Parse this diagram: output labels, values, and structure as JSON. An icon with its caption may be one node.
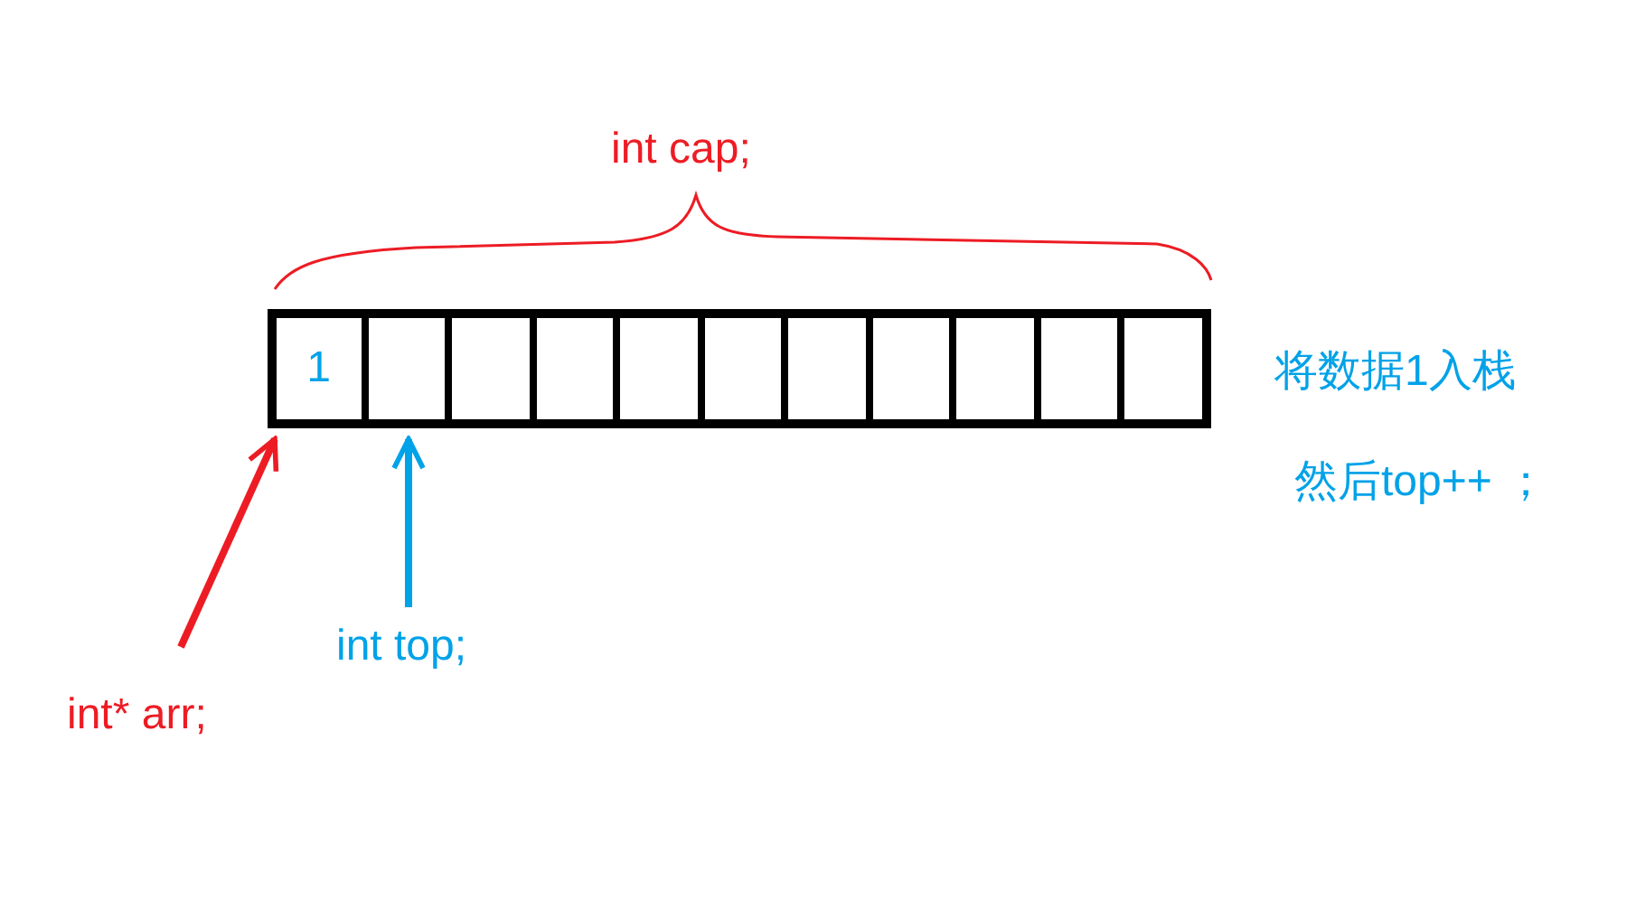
{
  "diagram": {
    "nodes": [
      {
        "text": [],
        "shape": "bar"
      },
      {
        "text": [
          "1"
        ],
        "in": 0
      },
      {
        "text": [],
        "shape": "box",
        "in": 0
      },
      {
        "text": [],
        "shape": "box",
        "in": 0
      },
      {
        "text": [],
        "shape": "box",
        "in": 0
      },
      {
        "text": [],
        "shape": "box",
        "in": 0
      },
      {
        "text": [],
        "shape": "box",
        "in": 0
      },
      {
        "text": [],
        "shape": "box",
        "in": 0
      },
      {
        "text": [],
        "shape": "box",
        "in": 0
      },
      {
        "text": [],
        "shape": "box",
        "in": 0
      },
      {
        "text": [],
        "shape": "box",
        "in": 0
      },
      {
        "text": [],
        "shape": "box",
        "in": 0
      },
      {
        "text": [
          "int* arr;"
        ]
      },
      {
        "text": [
          "int top;"
        ]
      }
    ],
    "edges": [
      {
        "from": 12,
        "to": 0,
        "arrow": "to",
        "color": "#ed1c24"
      },
      {
        "from": 13,
        "to": 2,
        "arrow": "to",
        "color": "#00a2e8"
      }
    ],
    "labels": [
      "int cap;",
      "将数据1入栈",
      "然后top++ ；"
    ]
  }
}
